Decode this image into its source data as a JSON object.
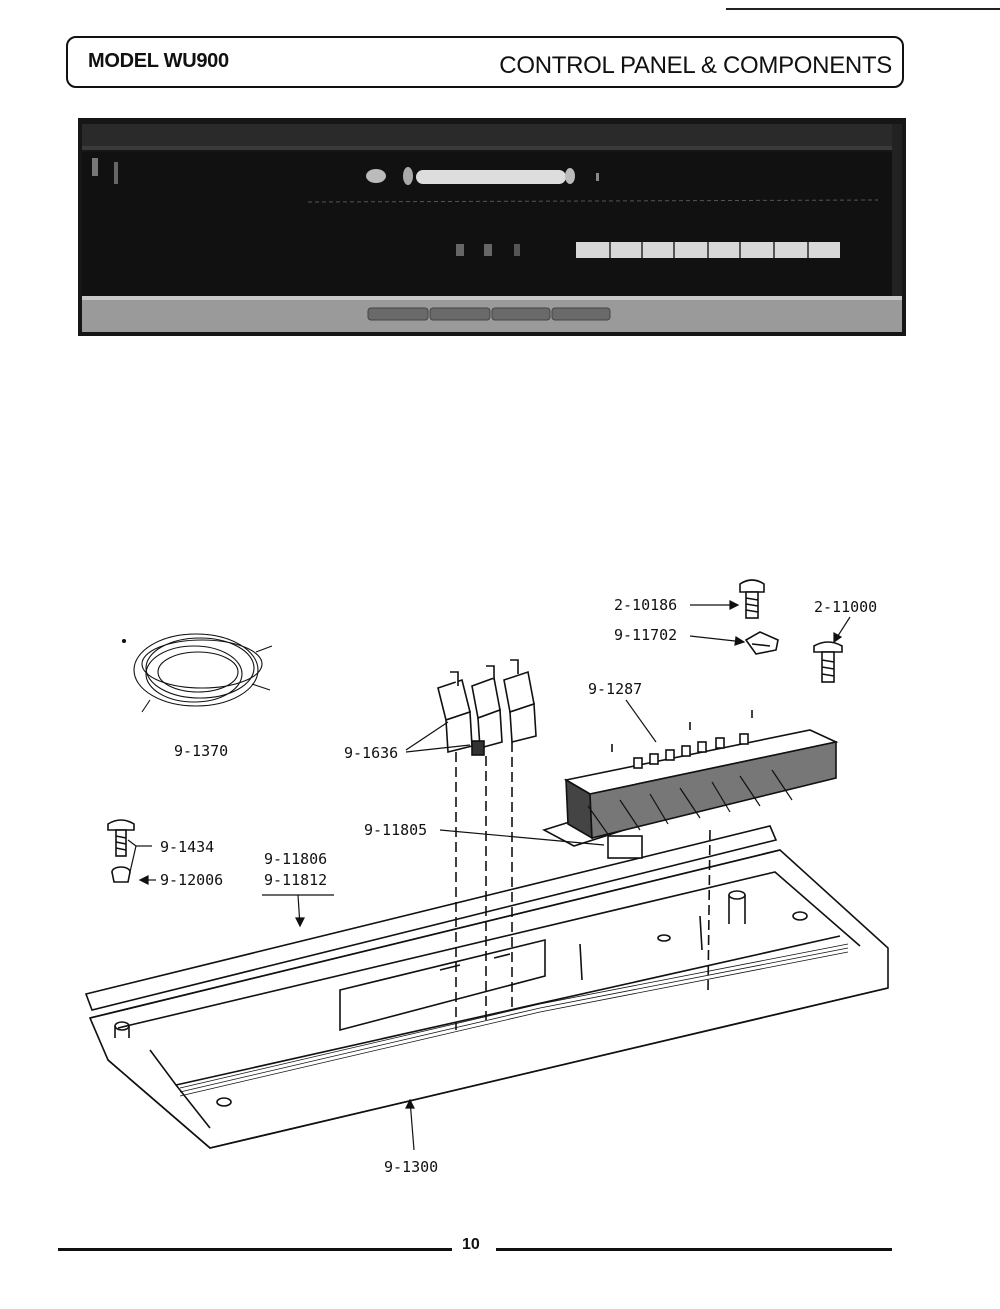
{
  "header": {
    "model": "MODEL WU900",
    "title": "CONTROL PANEL & COMPONENTS"
  },
  "callouts": {
    "c_2_10186": "2-10186",
    "c_2_11000": "2-11000",
    "c_9_11702": "9-11702",
    "c_9_1287": "9-1287",
    "c_9_1370": "9-1370",
    "c_9_1636": "9-1636",
    "c_9_11805": "9-11805",
    "c_9_1434": "9-1434",
    "c_9_12006": "9-12006",
    "c_9_11806": "9-11806",
    "c_9_11812": "9-11812",
    "c_9_1300": "9-1300"
  },
  "footer": {
    "page_number": "10"
  }
}
